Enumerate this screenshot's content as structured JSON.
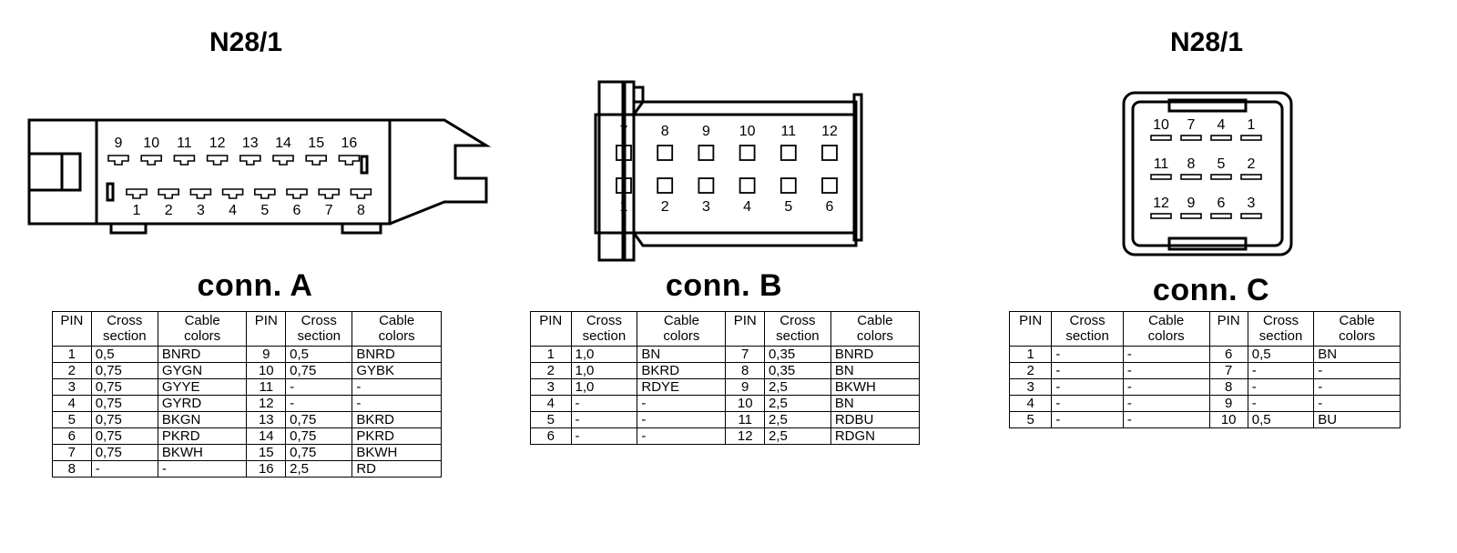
{
  "titles": {
    "left": "N28/1",
    "right": "N28/1"
  },
  "headers": {
    "pin": "PIN",
    "cross_1": "Cross",
    "cross_2": "section",
    "cable_1": "Cable",
    "cable_2": "colors"
  },
  "connA": {
    "label": "conn. A",
    "top_pins": [
      "9",
      "10",
      "11",
      "12",
      "13",
      "14",
      "15",
      "16"
    ],
    "bottom_pins": [
      "1",
      "2",
      "3",
      "4",
      "5",
      "6",
      "7",
      "8"
    ],
    "rows": [
      [
        "1",
        "0,5",
        "BNRD",
        "9",
        "0,5",
        "BNRD"
      ],
      [
        "2",
        "0,75",
        "GYGN",
        "10",
        "0,75",
        "GYBK"
      ],
      [
        "3",
        "0,75",
        "GYYE",
        "11",
        "-",
        "-"
      ],
      [
        "4",
        "0,75",
        "GYRD",
        "12",
        "-",
        "-"
      ],
      [
        "5",
        "0,75",
        "BKGN",
        "13",
        "0,75",
        "BKRD"
      ],
      [
        "6",
        "0,75",
        "PKRD",
        "14",
        "0,75",
        "PKRD"
      ],
      [
        "7",
        "0,75",
        "BKWH",
        "15",
        "0,75",
        "BKWH"
      ],
      [
        "8",
        "-",
        "-",
        "16",
        "2,5",
        "RD"
      ]
    ]
  },
  "connB": {
    "label": "conn. B",
    "top_pins": [
      "7",
      "8",
      "9",
      "10",
      "11",
      "12"
    ],
    "bottom_pins": [
      "1",
      "2",
      "3",
      "4",
      "5",
      "6"
    ],
    "rows": [
      [
        "1",
        "1,0",
        "BN",
        "7",
        "0,35",
        "BNRD"
      ],
      [
        "2",
        "1,0",
        "BKRD",
        "8",
        "0,35",
        "BN"
      ],
      [
        "3",
        "1,0",
        "RDYE",
        "9",
        "2,5",
        "BKWH"
      ],
      [
        "4",
        "-",
        "-",
        "10",
        "2,5",
        "BN"
      ],
      [
        "5",
        "-",
        "-",
        "11",
        "2,5",
        "RDBU"
      ],
      [
        "6",
        "-",
        "-",
        "12",
        "2,5",
        "RDGN"
      ]
    ]
  },
  "connC": {
    "label": "conn. C",
    "pin_rows": [
      [
        "10",
        "7",
        "4",
        "1"
      ],
      [
        "11",
        "8",
        "5",
        "2"
      ],
      [
        "12",
        "9",
        "6",
        "3"
      ]
    ],
    "rows": [
      [
        "1",
        "-",
        "-",
        "6",
        "0,5",
        "BN"
      ],
      [
        "2",
        "-",
        "-",
        "7",
        "-",
        "-"
      ],
      [
        "3",
        "-",
        "-",
        "8",
        "-",
        "-"
      ],
      [
        "4",
        "-",
        "-",
        "9",
        "-",
        "-"
      ],
      [
        "5",
        "-",
        "-",
        "10",
        "0,5",
        "BU"
      ]
    ]
  }
}
